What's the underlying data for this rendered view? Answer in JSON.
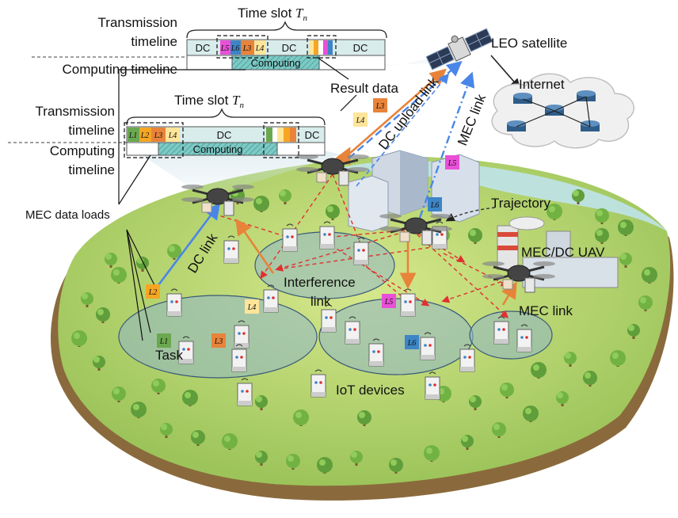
{
  "timeline_top": {
    "slot_title_prefix": "Time slot ",
    "slot_title_var": "T",
    "slot_title_sub": "n",
    "transmission_label_1": "Transmission",
    "transmission_label_2": "timeline",
    "computing_label": "Computing timeline",
    "dc_left": "DC",
    "dc_mid": "DC",
    "dc_right": "DC",
    "loads": [
      "L5",
      "L6",
      "L3",
      "L4"
    ],
    "computing": "Computing"
  },
  "timeline_mid": {
    "slot_title_prefix": "Time slot ",
    "slot_title_var": "T",
    "slot_title_sub": "n",
    "transmission_label_1": "Transmission",
    "transmission_label_2": "timeline",
    "computing_label_1": "Computing",
    "computing_label_2": "timeline",
    "dc": "DC",
    "dc_right": "DC",
    "loads": [
      "L1",
      "L2",
      "L3",
      "L4"
    ],
    "computing": "Computing"
  },
  "labels": {
    "result_data": "Result data",
    "leo_satellite": "LEO satellite",
    "internet": "Internet",
    "dc_upload_link": "DC upload link",
    "mec_link_top": "MEC link",
    "trajectory": "Trajectory",
    "mec_dc_uav": "MEC/DC UAV",
    "mec_link_right": "MEC link",
    "mec_data_loads": "MEC data loads",
    "dc_link": "DC link",
    "interference_1": "Interference",
    "interference_2": "link",
    "task": "Task",
    "iot_devices": "IoT devices"
  },
  "floating_loads": [
    "L1",
    "L2",
    "L3",
    "L4",
    "L5",
    "L6",
    "L3",
    "L4",
    "L5",
    "L6"
  ],
  "colors": {
    "L1": "#6aa84f",
    "L2": "#f6a623",
    "L3": "#e8833a",
    "L4": "#ffe599",
    "L5": "#e94fd7",
    "L6": "#3d85c6",
    "slot_fill": "#d9ecec",
    "computing_fill": "#7fc9c5",
    "dc_link": "#4a86e8",
    "orange_link": "#e8833a",
    "interference": "#e03030",
    "ground": "#b8d66a",
    "water": "#bfe3ea"
  }
}
